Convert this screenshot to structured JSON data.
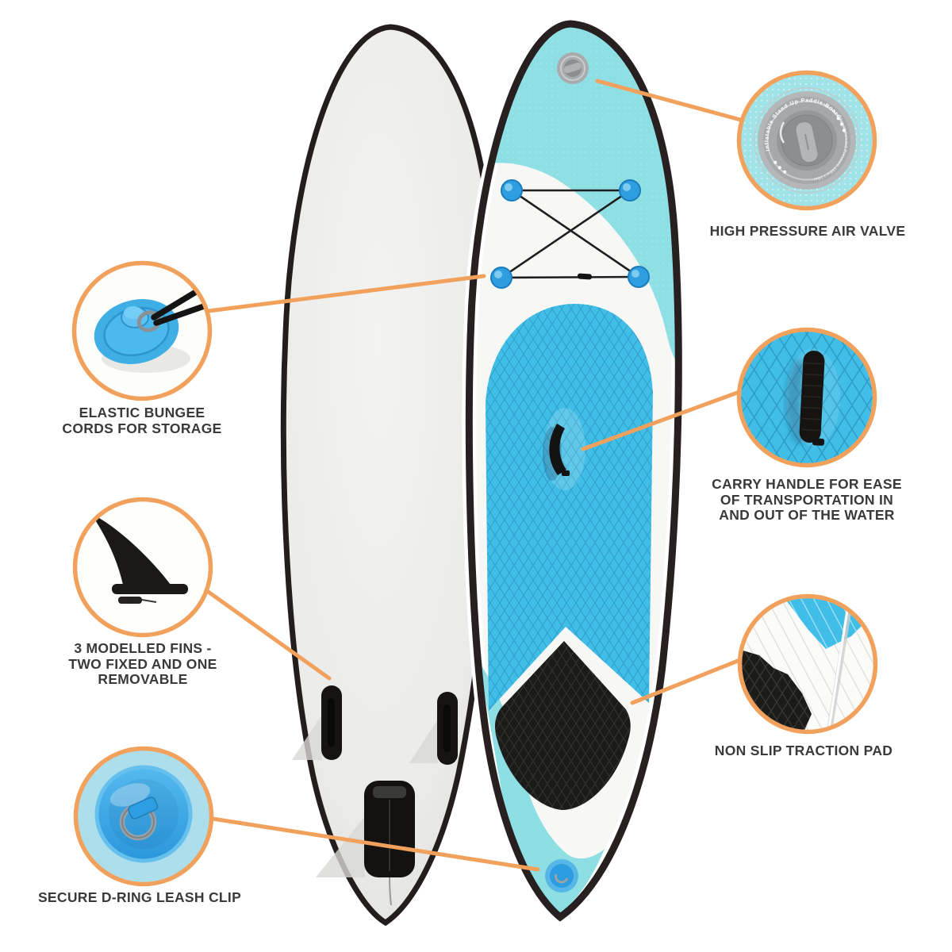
{
  "page": {
    "background": "#ffffff",
    "accent_orange": "#F2A15C",
    "label_color": "#3A3A3A"
  },
  "product": {
    "name": "Inflatable Stand Up Paddle Board",
    "colors": {
      "nose_tail_turquoise": "#8EDFE4",
      "deck_pad_blue": "#41BEE8",
      "kick_pad_black": "#1B1B1A",
      "rail_dark": "#271F20",
      "hull_white": "#F6F6F4",
      "fitting_blue": "#2E9EE0"
    }
  },
  "callouts": [
    {
      "id": "air-valve",
      "lines": [
        "HIGH PRESSURE AIR VALVE"
      ]
    },
    {
      "id": "bungee-cords",
      "lines": [
        "ELASTIC BUNGEE",
        "CORDS FOR STORAGE"
      ]
    },
    {
      "id": "carry-handle",
      "lines": [
        "CARRY HANDLE FOR EASE",
        "OF TRANSPORTATION IN",
        "AND OUT OF THE WATER"
      ]
    },
    {
      "id": "fins",
      "lines": [
        "3 MODELLED FINS -",
        "TWO FIXED AND ONE",
        "REMOVABLE"
      ]
    },
    {
      "id": "traction-pad",
      "lines": [
        "NON SLIP TRACTION PAD"
      ]
    },
    {
      "id": "d-ring",
      "lines": [
        "SECURE D-RING LEASH CLIP"
      ]
    }
  ],
  "valve_detail": {
    "ring_text_primary": "Inflatable Stand Up Paddle Board",
    "ring_text_secondary": "Maximum Recommended Pressure 15Psi / 1Bar"
  }
}
